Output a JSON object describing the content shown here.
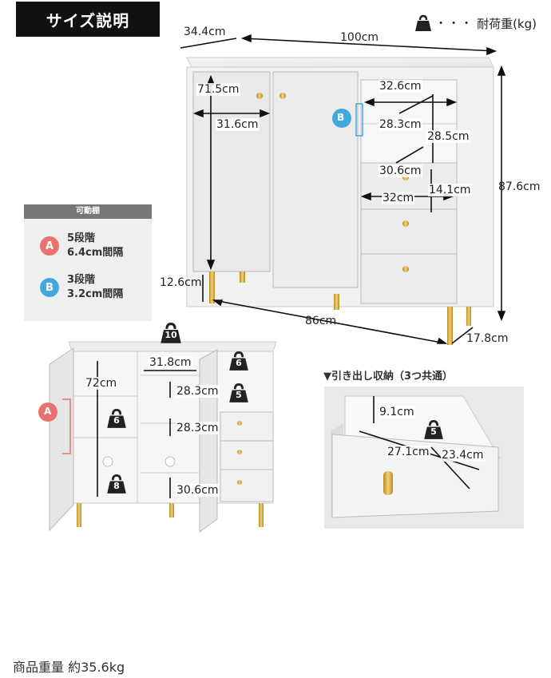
{
  "header": {
    "title": "サイズ説明"
  },
  "legend": {
    "dots": "・・・",
    "label": "耐荷重(kg)",
    "icon": "weight-icon"
  },
  "main_dims": {
    "depth": "34.4cm",
    "width": "100cm",
    "height": "87.6cm",
    "inner_height": "71.5cm",
    "door_inner_width": "31.6cm",
    "shelf_width": "32.6cm",
    "shelf_depth": "28.3cm",
    "shelf_height": "28.5cm",
    "drawer_depth": "30.6cm",
    "drawer_width": "32cm",
    "drawer_height": "14.1cm",
    "leg_height": "12.6cm",
    "leg_span": "86cm",
    "leg_depth": "17.8cm"
  },
  "movable_shelf": {
    "title": "可動棚",
    "items": [
      {
        "badge": "A",
        "line1": "5段階",
        "line2": "6.4cm間隔"
      },
      {
        "badge": "B",
        "line1": "3段階",
        "line2": "3.2cm間隔"
      }
    ]
  },
  "open_view": {
    "loads": {
      "top": "10",
      "shelf_right_top": "6",
      "shelf_right_mid": "5",
      "shelf_left_mid": "6",
      "bottom_left": "8"
    },
    "dims": {
      "width": "31.8cm",
      "height_left": "72cm",
      "height_top": "28.3cm",
      "height_mid": "28.3cm",
      "height_bottom": "30.6cm"
    },
    "badge": "A"
  },
  "drawer_view": {
    "title": "▼引き出し収納（3つ共通）",
    "dims": {
      "height": "9.1cm",
      "width": "27.1cm",
      "depth": "23.4cm"
    },
    "load": "5"
  },
  "footer": {
    "weight": "商品重量 約35.6kg"
  },
  "colors": {
    "badge_a": "#e77270",
    "badge_b": "#42a9dd",
    "gold": "#d4a83a"
  }
}
